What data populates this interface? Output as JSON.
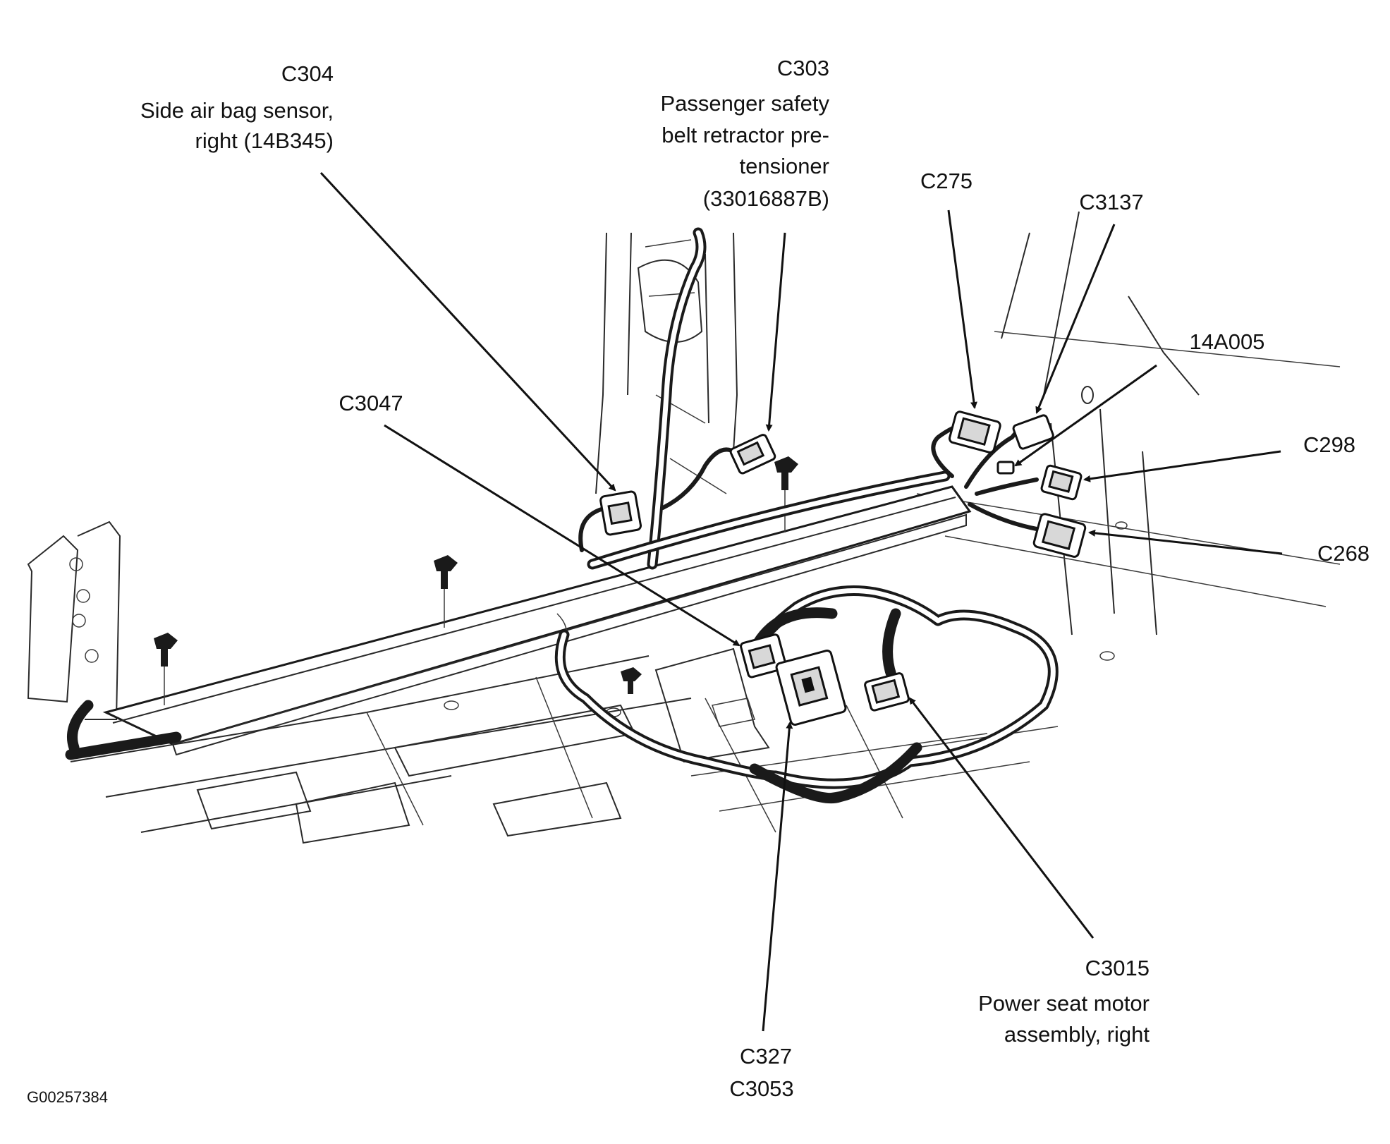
{
  "figure_id": "G00257384",
  "callouts": {
    "c304": {
      "code": "C304",
      "desc_line1": "Side air bag sensor,",
      "desc_line2": "right (14B345)"
    },
    "c303": {
      "code": "C303",
      "desc_line1": "Passenger safety",
      "desc_line2": "belt retractor pre-",
      "desc_line3": "tensioner",
      "desc_line4": "(33016887B)"
    },
    "c275": {
      "code": "C275"
    },
    "c3137": {
      "code": "C3137"
    },
    "a14a005": {
      "code": "14A005"
    },
    "c298": {
      "code": "C298"
    },
    "c268": {
      "code": "C268"
    },
    "c3047": {
      "code": "C3047"
    },
    "c3015": {
      "code": "C3015",
      "desc_line1": "Power seat motor",
      "desc_line2": "assembly, right"
    },
    "c327": {
      "code": "C327",
      "code2": "C3053"
    }
  },
  "colors": {
    "ink": "#111111",
    "background": "#ffffff"
  }
}
